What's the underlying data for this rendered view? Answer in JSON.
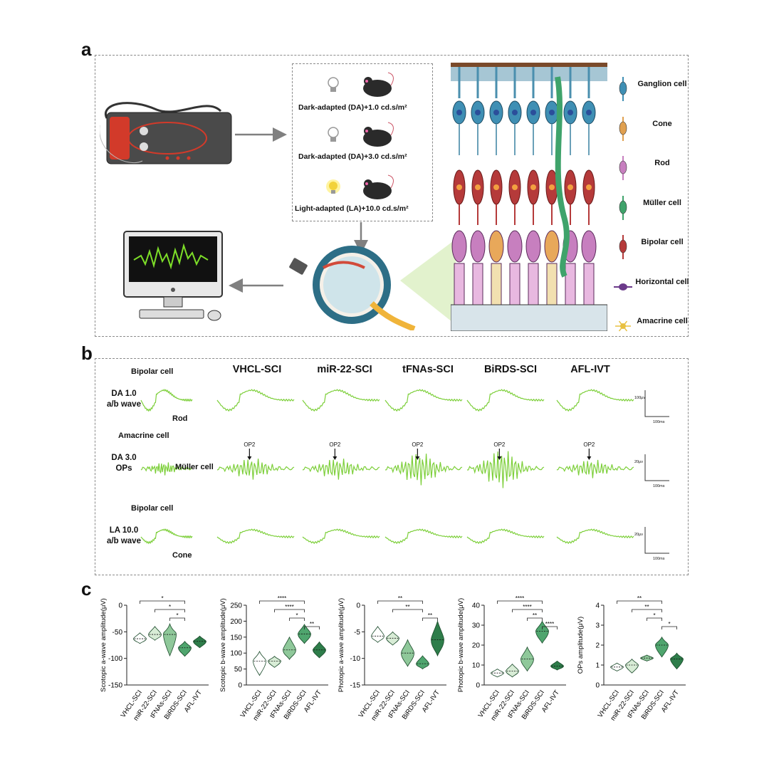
{
  "panels": {
    "a": "a",
    "b": "b",
    "c": "c"
  },
  "conditions": [
    "Dark-adapted (DA)+1.0 cd.s/m²",
    "Dark-adapted (DA)+3.0 cd.s/m²",
    "Light-adapted (LA)+10.0 cd.s/m²"
  ],
  "cell_legend": [
    {
      "label": "Ganglion cell",
      "icon": "ganglion-cell-icon",
      "color": "#3f8fb4"
    },
    {
      "label": "Cone",
      "icon": "cone-cell-icon",
      "color": "#e0a050"
    },
    {
      "label": "Rod",
      "icon": "rod-cell-icon",
      "color": "#c77fbf"
    },
    {
      "label": "Müller cell",
      "icon": "muller-cell-icon",
      "color": "#3fa36b"
    },
    {
      "label": "Bipolar cell",
      "icon": "bipolar-cell-icon",
      "color": "#b53a3a"
    },
    {
      "label": "Horizontal cell",
      "icon": "horizontal-cell-icon",
      "color": "#6b3a8a"
    },
    {
      "label": "Amacrine cell",
      "icon": "amacrine-cell-icon",
      "color": "#e8c040"
    }
  ],
  "erg": {
    "groups": [
      "VHCL-SCI",
      "miR-22-SCI",
      "tFNAs-SCI",
      "BiRDS-SCI",
      "AFL-IVT"
    ],
    "rows": [
      {
        "label_line1": "DA 1.0",
        "label_line2": "a/b wave",
        "cell_top": "Bipolar cell",
        "cell_bottom": "Rod",
        "scale_y": "100μv",
        "scale_x": "100ms"
      },
      {
        "label_line1": "DA 3.0",
        "label_line2": "OPs",
        "cell_top": "Amacrine cell",
        "cell_bottom": "Müller cell",
        "scale_y": "20μv",
        "scale_x": "100ms"
      },
      {
        "label_line1": "LA 10.0",
        "label_line2": "a/b wave",
        "cell_top": "Bipolar cell",
        "cell_bottom": "Cone",
        "scale_y": "20μv",
        "scale_x": "100ms"
      }
    ],
    "op_marker": "OP2",
    "trace_color": "#7dcf3a"
  },
  "chart_data": [
    {
      "type": "violin",
      "ylabel": "Scotopic a-wave amplitude(μV)",
      "ylim": [
        -150,
        0
      ],
      "yticks": [
        0,
        -50,
        -100,
        -150
      ],
      "categories": [
        "VHCL-SCI",
        "miR-22-SCI",
        "tFNAs-SCI",
        "BiRDS-SCI",
        "AFL-IVT"
      ],
      "min": [
        -72,
        -66,
        -95,
        -96,
        -80
      ],
      "max": [
        -52,
        -40,
        -35,
        -68,
        -58
      ],
      "median": [
        -63,
        -55,
        -55,
        -80,
        -68
      ],
      "significance": [
        {
          "from": 0,
          "to": 3,
          "label": "*"
        },
        {
          "from": 1,
          "to": 3,
          "label": "*"
        },
        {
          "from": 2,
          "to": 3,
          "label": "*"
        }
      ]
    },
    {
      "type": "violin",
      "ylabel": "Scotopic b-wave amplitude(μV)",
      "ylim": [
        0,
        250
      ],
      "yticks": [
        0,
        50,
        100,
        150,
        200,
        250
      ],
      "categories": [
        "VHCL-SCI",
        "miR-22-SCI",
        "tFNAs-SCI",
        "BiRDS-SCI",
        "AFL-IVT"
      ],
      "min": [
        30,
        55,
        80,
        130,
        85
      ],
      "max": [
        105,
        90,
        150,
        190,
        135
      ],
      "median": [
        75,
        75,
        110,
        160,
        110
      ],
      "significance": [
        {
          "from": 0,
          "to": 3,
          "label": "****"
        },
        {
          "from": 1,
          "to": 3,
          "label": "****"
        },
        {
          "from": 2,
          "to": 3,
          "label": "*"
        },
        {
          "from": 3,
          "to": 4,
          "label": "**"
        }
      ]
    },
    {
      "type": "violin",
      "ylabel": "Photopic a-wave amplitude(μV)",
      "ylim": [
        -15,
        0
      ],
      "yticks": [
        0,
        -5,
        -10,
        -15
      ],
      "categories": [
        "VHCL-SCI",
        "miR-22-SCI",
        "tFNAs-SCI",
        "BiRDS-SCI",
        "AFL-IVT"
      ],
      "min": [
        -7,
        -7.5,
        -11.5,
        -12,
        -9.5
      ],
      "max": [
        -4,
        -5,
        -6.5,
        -9.5,
        -3
      ],
      "median": [
        -5.8,
        -6.2,
        -9,
        -11,
        -6.5
      ],
      "significance": [
        {
          "from": 0,
          "to": 3,
          "label": "**"
        },
        {
          "from": 1,
          "to": 3,
          "label": "**"
        },
        {
          "from": 3,
          "to": 4,
          "label": "**"
        }
      ]
    },
    {
      "type": "violin",
      "ylabel": "Photopic b-wave amplitude(μV)",
      "ylim": [
        0,
        40
      ],
      "yticks": [
        0,
        10,
        20,
        30,
        40
      ],
      "categories": [
        "VHCL-SCI",
        "miR-22-SCI",
        "tFNAs-SCI",
        "BiRDS-SCI",
        "AFL-IVT"
      ],
      "min": [
        4,
        4,
        7,
        21,
        7.5
      ],
      "max": [
        8,
        10.5,
        19,
        32,
        12
      ],
      "median": [
        6,
        7,
        13,
        27,
        9.5
      ],
      "significance": [
        {
          "from": 0,
          "to": 3,
          "label": "****"
        },
        {
          "from": 1,
          "to": 3,
          "label": "****"
        },
        {
          "from": 2,
          "to": 3,
          "label": "**"
        },
        {
          "from": 3,
          "to": 4,
          "label": "****"
        }
      ]
    },
    {
      "type": "violin",
      "ylabel": "OPs amplitude(μV)",
      "ylim": [
        0,
        4
      ],
      "yticks": [
        0,
        1,
        2,
        3,
        4
      ],
      "categories": [
        "VHCL-SCI",
        "miR-22-SCI",
        "tFNAs-SCI",
        "BiRDS-SCI",
        "AFL-IVT"
      ],
      "min": [
        0.7,
        0.6,
        1.2,
        1.4,
        0.8
      ],
      "max": [
        1.1,
        1.3,
        1.5,
        2.4,
        1.6
      ],
      "median": [
        0.9,
        1.0,
        1.35,
        2.0,
        1.3
      ],
      "significance": [
        {
          "from": 0,
          "to": 3,
          "label": "**"
        },
        {
          "from": 1,
          "to": 3,
          "label": "**"
        },
        {
          "from": 2,
          "to": 3,
          "label": "*"
        },
        {
          "from": 3,
          "to": 4,
          "label": "*"
        }
      ]
    }
  ],
  "violin_colors": [
    "#ffffff",
    "#d8ecd6",
    "#8fc89a",
    "#4fa56e",
    "#2e7d4a"
  ]
}
